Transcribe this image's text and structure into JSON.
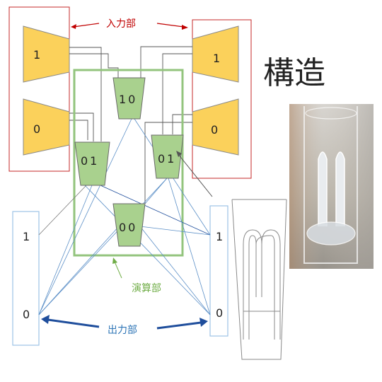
{
  "title": "構造",
  "labels": {
    "input_section": "入力部",
    "compute_section": "演算部",
    "output_section": "出力部"
  },
  "inputs_left": {
    "top": "1",
    "bottom": "0"
  },
  "inputs_right": {
    "top": "1",
    "bottom": "0"
  },
  "gates": {
    "top": "10",
    "left": "01",
    "right": "01",
    "bottom": "00"
  },
  "outputs_left": {
    "top": "1",
    "bottom": "0"
  },
  "outputs_right": {
    "top": "1",
    "bottom": "0"
  },
  "colors": {
    "input_border": "#c62828",
    "input_fill": "#fbd15b",
    "compute_border": "#93c47d",
    "gate_fill": "#a9d18e",
    "output_border": "#9dc3e6",
    "output_arrow": "#1f4e9c",
    "input_label": "#c00000",
    "compute_label": "#70ad47",
    "output_label": "#2e75b6"
  }
}
